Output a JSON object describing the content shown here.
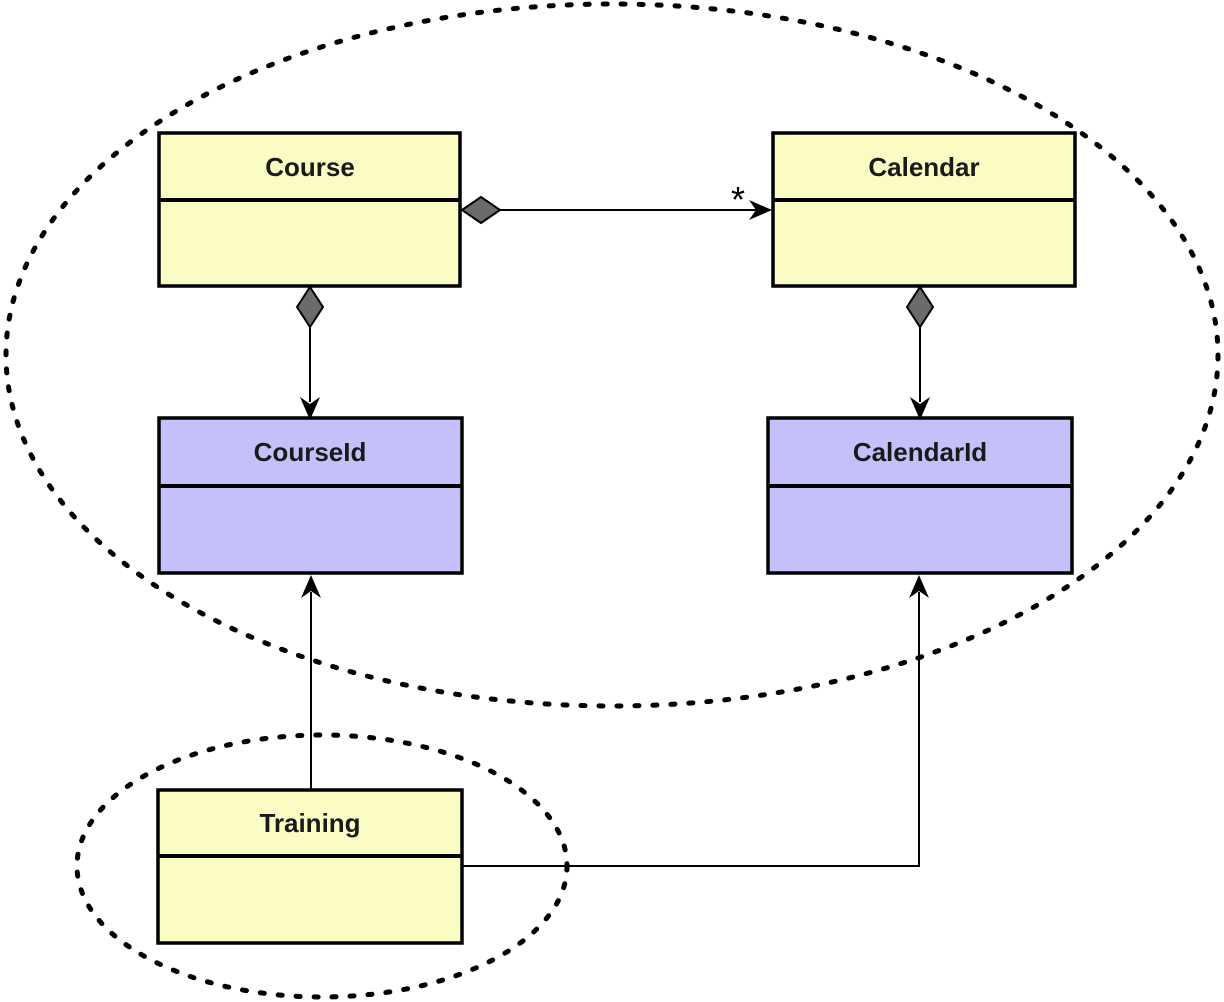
{
  "diagram": {
    "kind": "uml-class-diagram",
    "classes": [
      {
        "name": "Course",
        "category": "entity"
      },
      {
        "name": "Calendar",
        "category": "entity"
      },
      {
        "name": "CourseId",
        "category": "identifier"
      },
      {
        "name": "CalendarId",
        "category": "identifier"
      },
      {
        "name": "Training",
        "category": "entity"
      }
    ],
    "relations": [
      {
        "from": "Course",
        "to": "Calendar",
        "type": "aggregation-arrow",
        "multiplicity": "*"
      },
      {
        "from": "Course",
        "to": "CourseId",
        "type": "aggregation-arrow",
        "multiplicity": ""
      },
      {
        "from": "Calendar",
        "to": "CalendarId",
        "type": "aggregation-arrow",
        "multiplicity": ""
      },
      {
        "from": "Training",
        "to": "CourseId",
        "type": "directed-association",
        "multiplicity": ""
      },
      {
        "from": "Training",
        "to": "CalendarId",
        "type": "directed-association",
        "multiplicity": ""
      }
    ],
    "boundaries": [
      {
        "name": "outer-context-boundary",
        "contains": [
          "Course",
          "Calendar",
          "CourseId",
          "CalendarId"
        ]
      },
      {
        "name": "training-context-boundary",
        "contains": [
          "Training"
        ]
      }
    ],
    "colors": {
      "entity_fill": "#FBFBC4",
      "identifier_fill": "#C3C0FA",
      "diamond_fill": "#6B6B6B",
      "stroke": "#000000",
      "background": "#FFFFFF"
    }
  }
}
